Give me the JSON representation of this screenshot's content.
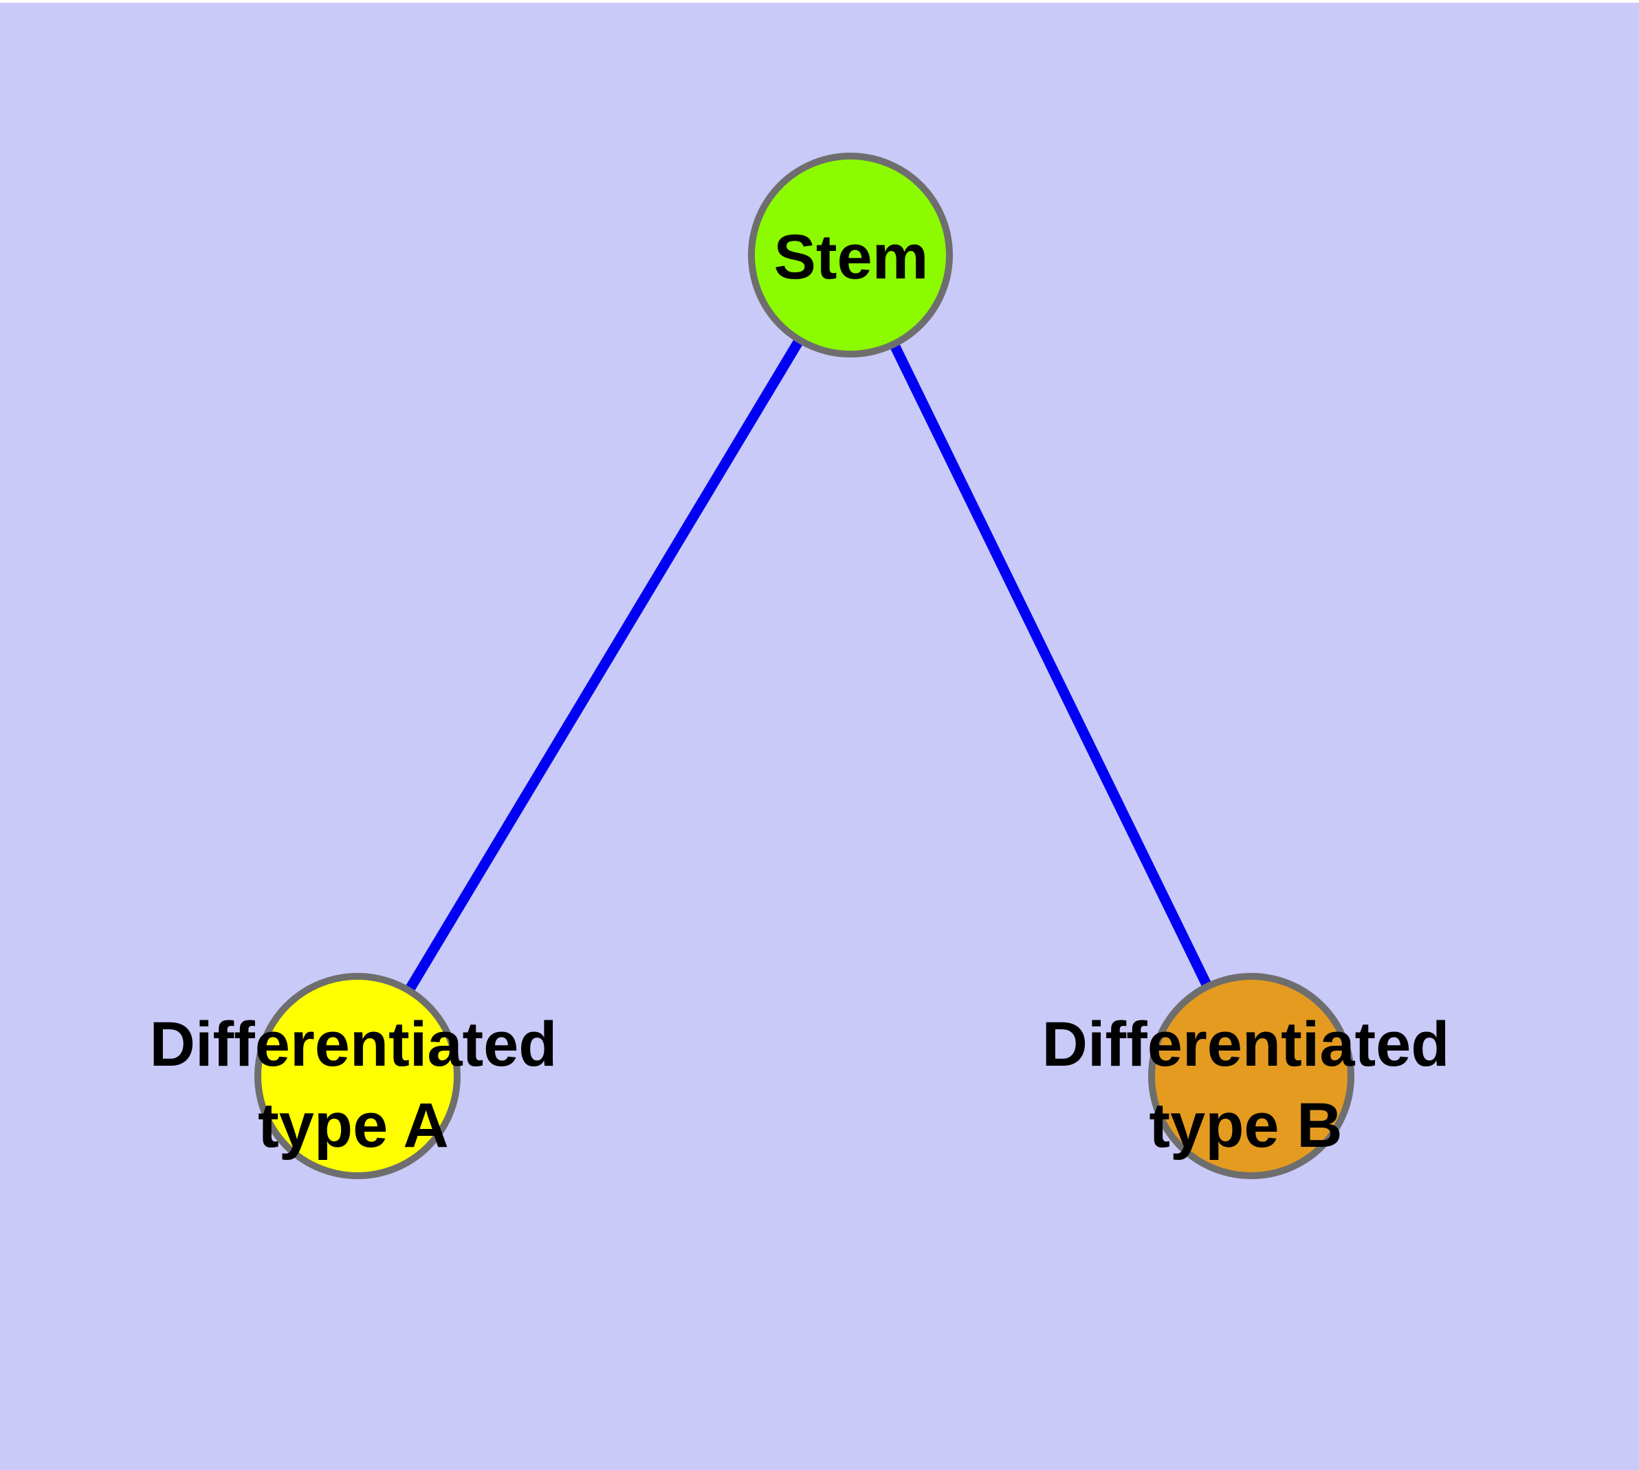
{
  "diagram": {
    "background_color": "#cacaf8",
    "edge_color": "#0000f5",
    "node_border_color": "#6e6e6e",
    "nodes": [
      {
        "id": "stem",
        "label": "Stem",
        "fill": "#8cfb00"
      },
      {
        "id": "differentiated-type-a",
        "label_line1": "Differentiated",
        "label_line2": "type A",
        "fill": "#ffff00"
      },
      {
        "id": "differentiated-type-b",
        "label_line1": "Differentiated",
        "label_line2": "type B",
        "fill": "#e49b20"
      }
    ],
    "edges": [
      {
        "from": "stem",
        "to": "differentiated-type-a"
      },
      {
        "from": "stem",
        "to": "differentiated-type-b"
      }
    ]
  }
}
